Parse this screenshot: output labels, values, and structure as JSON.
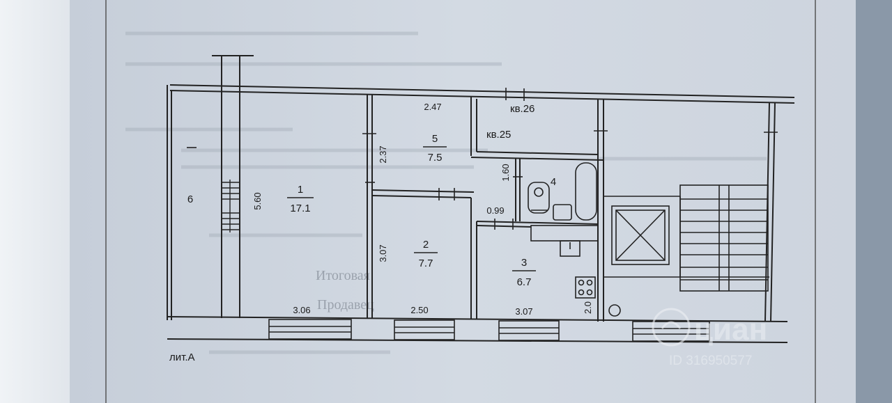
{
  "plan": {
    "litera": "лит.А",
    "rooms": [
      {
        "number": "1",
        "area": "17.1"
      },
      {
        "number": "2",
        "area": "7.7"
      },
      {
        "number": "3",
        "area": "6.7"
      },
      {
        "number": "4",
        "area": ""
      },
      {
        "number": "5",
        "area": "7.5"
      },
      {
        "number": "6",
        "area": ""
      }
    ],
    "apartments": [
      "кв.26",
      "кв.25"
    ],
    "dimensions": {
      "room1_width": "5.60",
      "bottom_room1": "3.06",
      "bottom_room2": "2.50",
      "bottom_room3": "3.07",
      "room5_top": "2.47",
      "room5_side": "2.37",
      "room2_side": "3.07",
      "bath_side": "1.60",
      "corridor": "0.99",
      "kitchen_side": "2.0"
    }
  },
  "background_text": [
    "Итоговая",
    "Продавец"
  ],
  "watermark": {
    "brand": "циан",
    "id": "ID 316950577"
  }
}
